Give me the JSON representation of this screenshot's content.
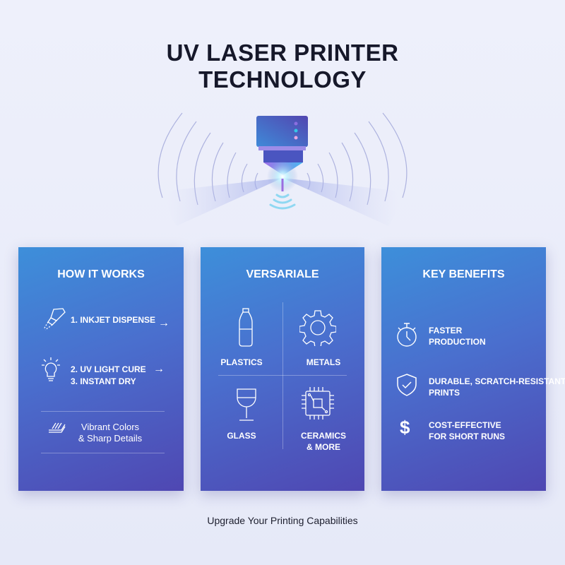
{
  "title": {
    "line1": "UV LASER PRINTER",
    "line2": "TECHNOLOGY"
  },
  "colors": {
    "card_top": "#3d8fda",
    "card_bottom": "#4f47b2",
    "background": "#e8ebf8"
  },
  "how_it_works": {
    "heading": "HOW IT WORKS",
    "steps": [
      {
        "icon": "inkjet-pen-icon",
        "label": "1. INKJET DISPENSE"
      },
      {
        "icon": "lightbulb-icon",
        "label": "2. UV LIGHT CURE",
        "label2": "3. INSTANT DRY"
      }
    ],
    "feature": {
      "icon": "layers-icon",
      "line1": "Vibrant Colors",
      "line2": "& Sharp Details"
    }
  },
  "materials": {
    "heading": "VERSARIALE",
    "items": [
      {
        "icon": "bottle-icon",
        "label": "PLASTICS"
      },
      {
        "icon": "gear-icon",
        "label": "METALS"
      },
      {
        "icon": "wine-glass-icon",
        "label": "GLASS"
      },
      {
        "icon": "circuit-chip-icon",
        "label": "CERAMICS",
        "label2": "& MORE"
      }
    ]
  },
  "benefits": {
    "heading": "KEY BENEFITS",
    "items": [
      {
        "icon": "stopwatch-icon",
        "line1": "FASTER",
        "line2": "PRODUCTION"
      },
      {
        "icon": "shield-check-icon",
        "line1": "DURABLE, SCRATCH-RESISTANT",
        "line2": "PRINTS"
      },
      {
        "icon": "dollar-icon",
        "line1": "COST-EFFECTIVE",
        "line2": "FOR SHORT RUNS"
      }
    ]
  },
  "footer": "Upgrade Your Printing Capabilities"
}
